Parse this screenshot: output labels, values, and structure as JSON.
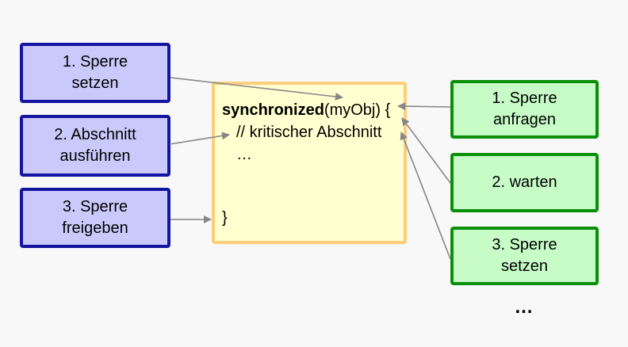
{
  "colors": {
    "canvas_background": "#f8f8f8",
    "arrow_color": "#868686",
    "left_box_fill": "#c9cafb",
    "left_box_border": "#1414a0",
    "right_box_fill": "#c7fcc7",
    "right_box_border": "#0b8f0b",
    "code_box_fill": "#ffffd0",
    "code_box_border": "#fbce7b"
  },
  "left_boxes": [
    {
      "lines": [
        "1. Sperre",
        "setzen"
      ]
    },
    {
      "lines": [
        "2. Abschnitt",
        "ausführen"
      ]
    },
    {
      "lines": [
        "3. Sperre",
        "freigeben"
      ]
    }
  ],
  "right_boxes": [
    {
      "lines": [
        "1. Sperre",
        "anfragen"
      ]
    },
    {
      "lines": [
        "2. warten",
        ""
      ]
    },
    {
      "lines": [
        "3. Sperre",
        "setzen"
      ]
    }
  ],
  "right_ellipsis": "…",
  "code": {
    "keyword": "synchronized",
    "line1_rest": "(myObj) {",
    "line2": "// kritischer Abschnitt",
    "line3": "…",
    "line4": "}"
  }
}
